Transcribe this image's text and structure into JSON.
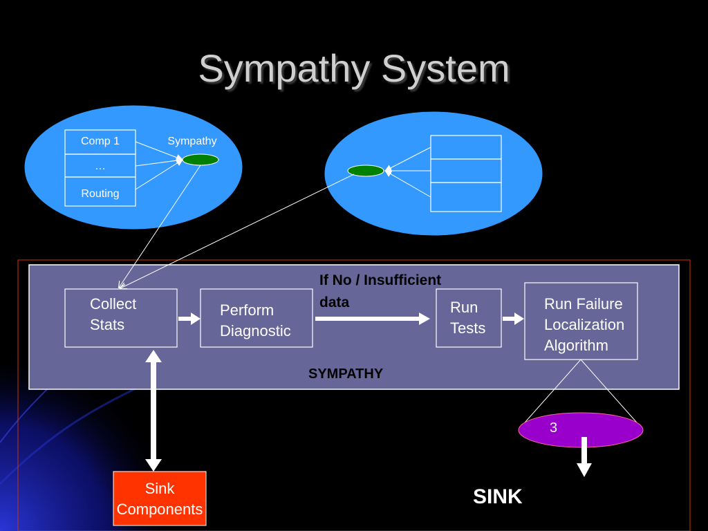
{
  "title": "Sympathy System",
  "colors": {
    "background": "#000000",
    "ellipse": "#3399ff",
    "panel": "#666699",
    "node": "#008000",
    "sink_box": "#ff3300",
    "cluster": "#9900cc",
    "frame": "#cc3300"
  },
  "left_node": {
    "components": [
      "Comp 1",
      "…",
      "Routing"
    ],
    "module_label": "Sympathy"
  },
  "sympathy": {
    "label": "SYMPATHY",
    "steps": {
      "collect": [
        "Collect",
        "Stats"
      ],
      "diagnostic": [
        "Perform",
        "Diagnostic"
      ],
      "tests": [
        "Run",
        "Tests"
      ],
      "localization": [
        "Run Failure",
        "Localization",
        "Algorithm"
      ]
    },
    "condition": [
      "If No / Insufficient",
      "data"
    ]
  },
  "sink_components": [
    "Sink",
    "Components"
  ],
  "cluster_label": "3",
  "sink_label": "SINK"
}
